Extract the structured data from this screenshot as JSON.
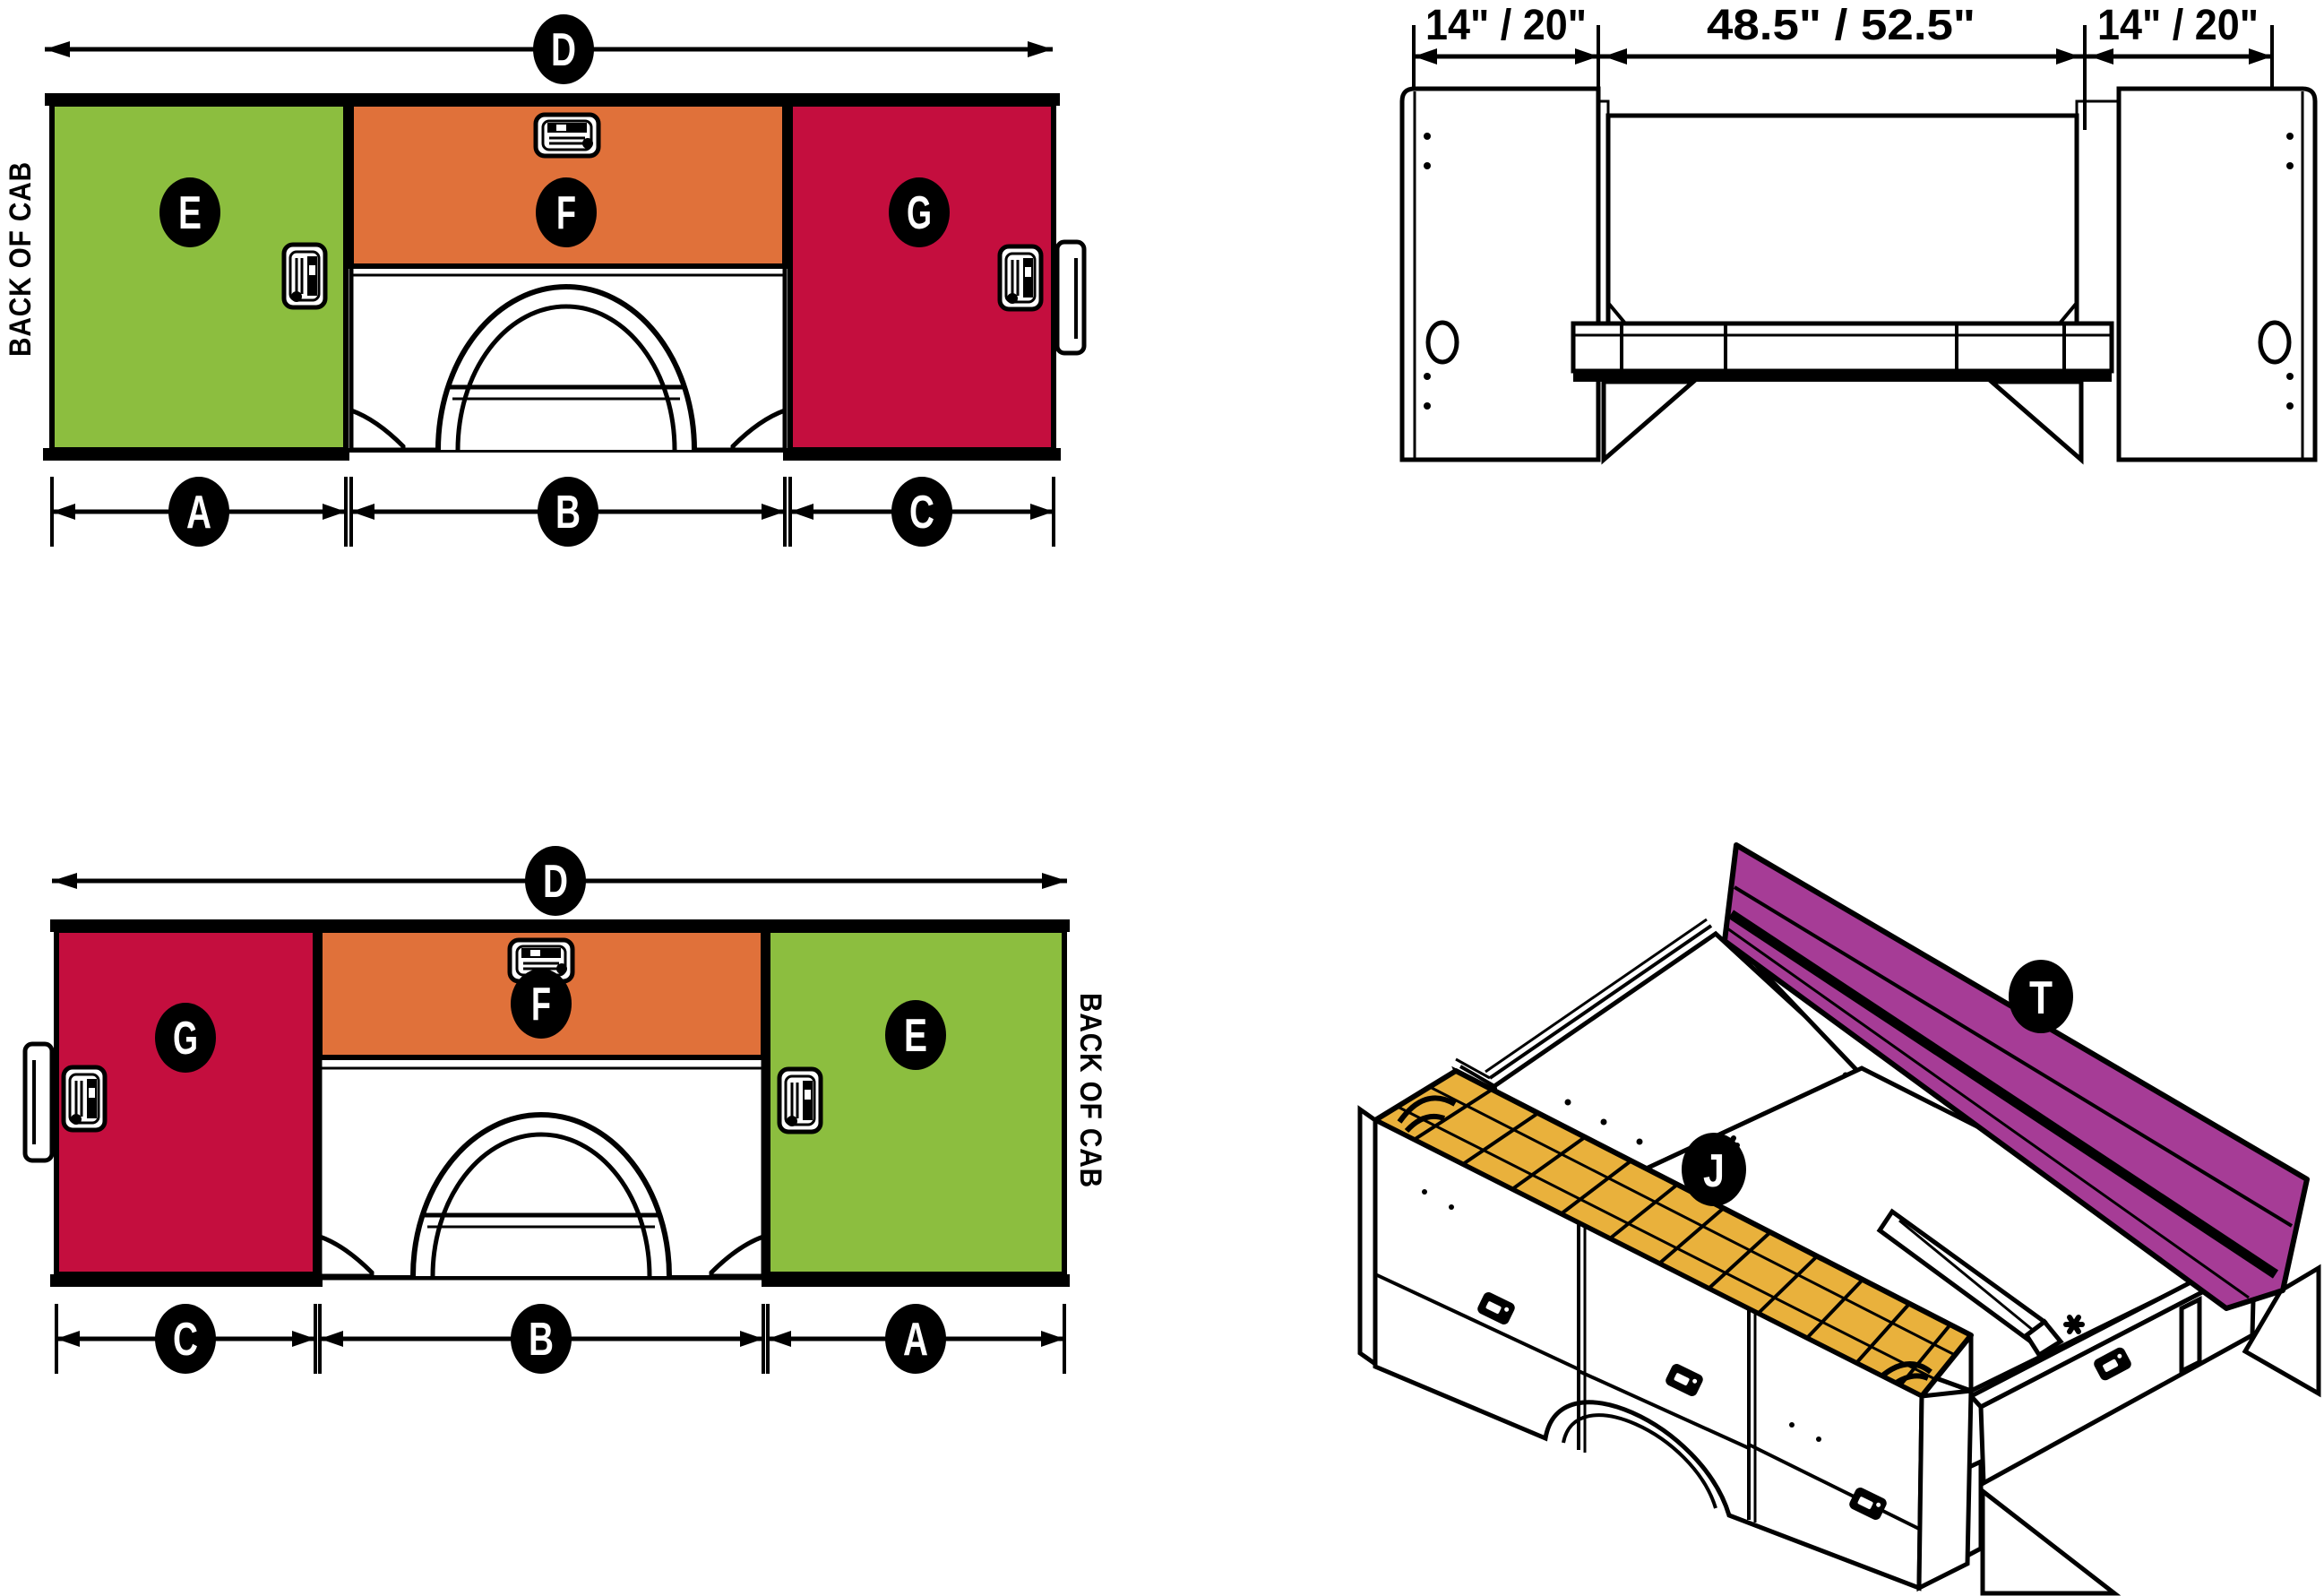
{
  "colors": {
    "panel_green": "#8CBE3F",
    "panel_orange": "#E0713A",
    "panel_red": "#C40E3E",
    "cover_purple": "#A63C96",
    "tray_amber": "#E9B13C",
    "line_black": "#000000"
  },
  "side_view_top": {
    "back_of_cab": "BACK OF CAB",
    "dim_overall": "D",
    "dim_front_compartment": "A",
    "dim_wheel_section": "B",
    "dim_rear_compartment": "C",
    "label_front_door": "E",
    "label_center_door": "F",
    "label_rear_door": "G"
  },
  "side_view_bottom": {
    "back_of_cab": "BACK OF CAB",
    "dim_overall": "D",
    "dim_rear_compartment": "C",
    "dim_wheel_section": "B",
    "dim_front_compartment": "A",
    "label_rear_door": "G",
    "label_center_door": "F",
    "label_front_door": "E"
  },
  "rear_view": {
    "dim_left_compartment": "14\" / 20\"",
    "dim_center_opening": "48.5\" / 52.5\"",
    "dim_right_compartment": "14\" / 20\""
  },
  "isometric_view": {
    "label_topsider_cover": "T",
    "label_open_tray": "J"
  }
}
